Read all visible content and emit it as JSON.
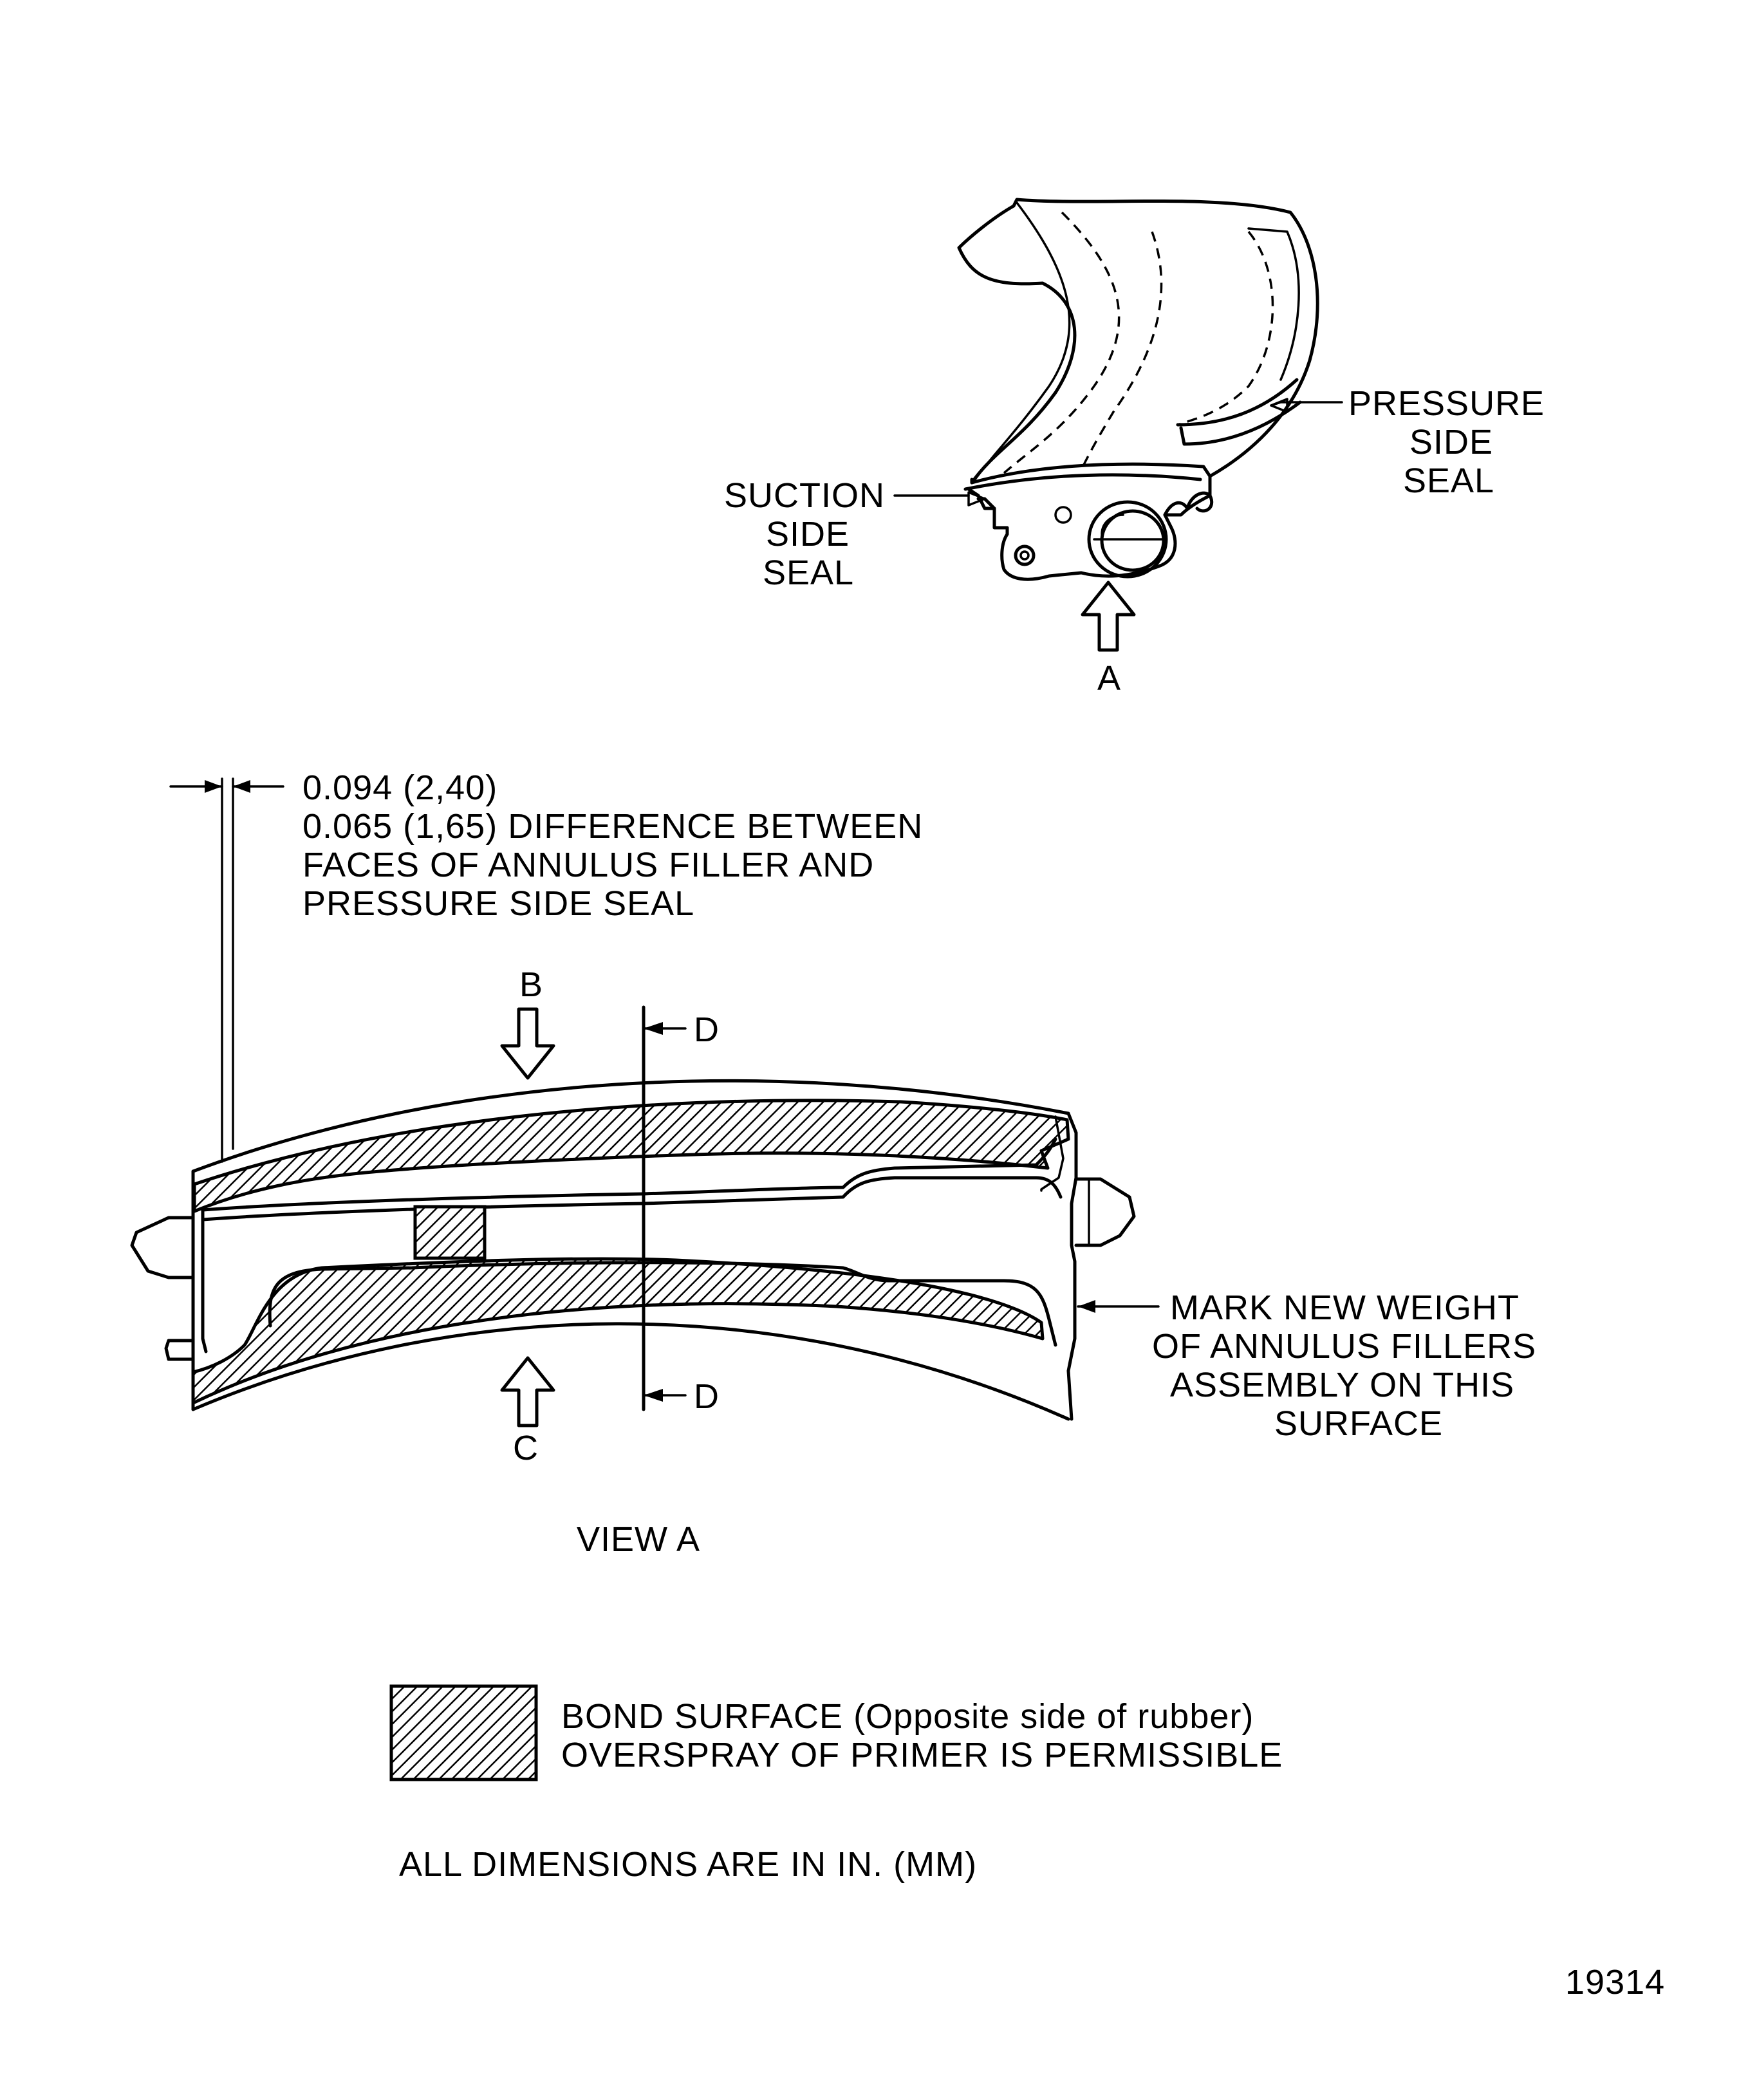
{
  "isometric_view": {
    "callout_pressure_side_seal": [
      "PRESSURE",
      "SIDE",
      "SEAL"
    ],
    "callout_suction_side_seal": [
      "SUCTION",
      "SIDE",
      "SEAL"
    ],
    "view_arrow_label": "A"
  },
  "view_a": {
    "dimension_note": [
      "0.094 (2,40)",
      "0.065 (1,65) DIFFERENCE BETWEEN",
      "FACES OF ANNULUS FILLER AND",
      "PRESSURE SIDE SEAL"
    ],
    "arrow_b_label": "B",
    "arrow_c_label": "C",
    "section_d_top": "D",
    "section_d_bottom": "D",
    "mark_note": [
      "MARK NEW WEIGHT",
      "OF ANNULUS FILLERS",
      "ASSEMBLY ON THIS",
      "SURFACE"
    ],
    "title": "VIEW A"
  },
  "legend": {
    "line1": "BOND SURFACE (Opposite side of rubber)",
    "line2": "OVERSPRAY OF PRIMER IS PERMISSIBLE"
  },
  "dimensions_note": "ALL DIMENSIONS ARE IN IN. (MM)",
  "figure_number": "19314"
}
